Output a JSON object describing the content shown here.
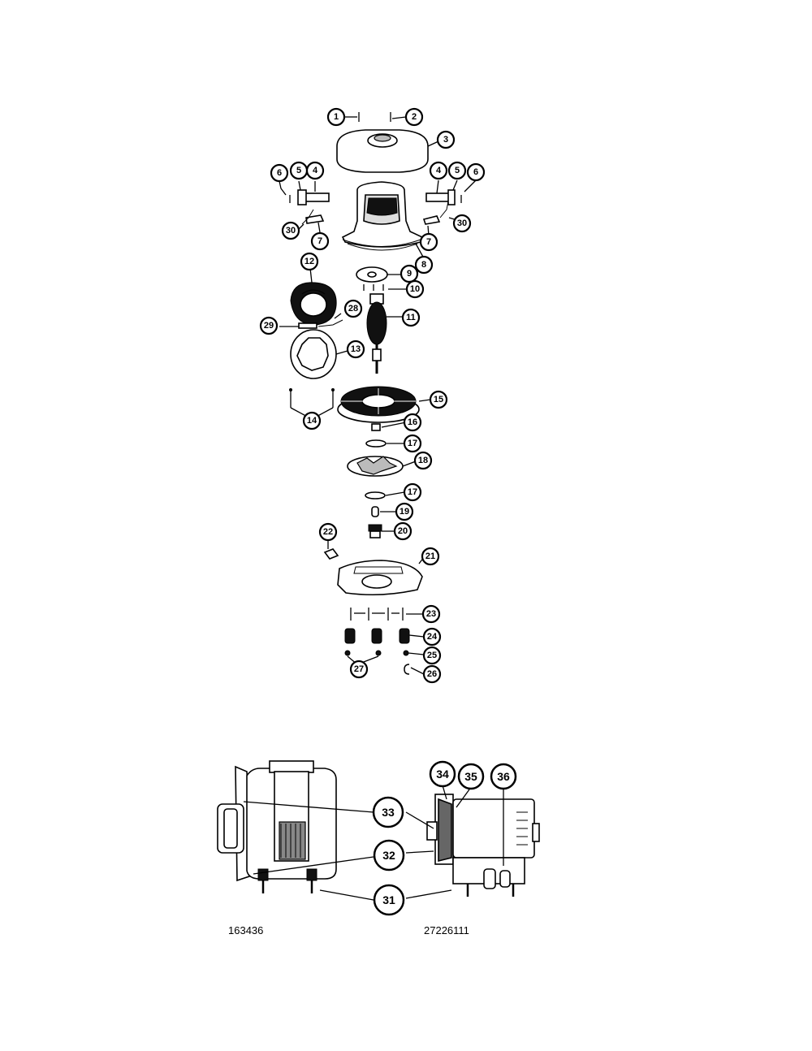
{
  "callouts_exploded": [
    "1",
    "2",
    "3",
    "4",
    "5",
    "6",
    "7",
    "8",
    "9",
    "10",
    "11",
    "12",
    "13",
    "14",
    "15",
    "16",
    "17",
    "18",
    "19",
    "20",
    "21",
    "22",
    "23",
    "24",
    "25",
    "26",
    "27",
    "28",
    "29",
    "30"
  ],
  "callouts_assembly": [
    "31",
    "32",
    "33",
    "34",
    "35",
    "36"
  ],
  "drawing_codes": {
    "left": "163436",
    "right": "27226111"
  }
}
